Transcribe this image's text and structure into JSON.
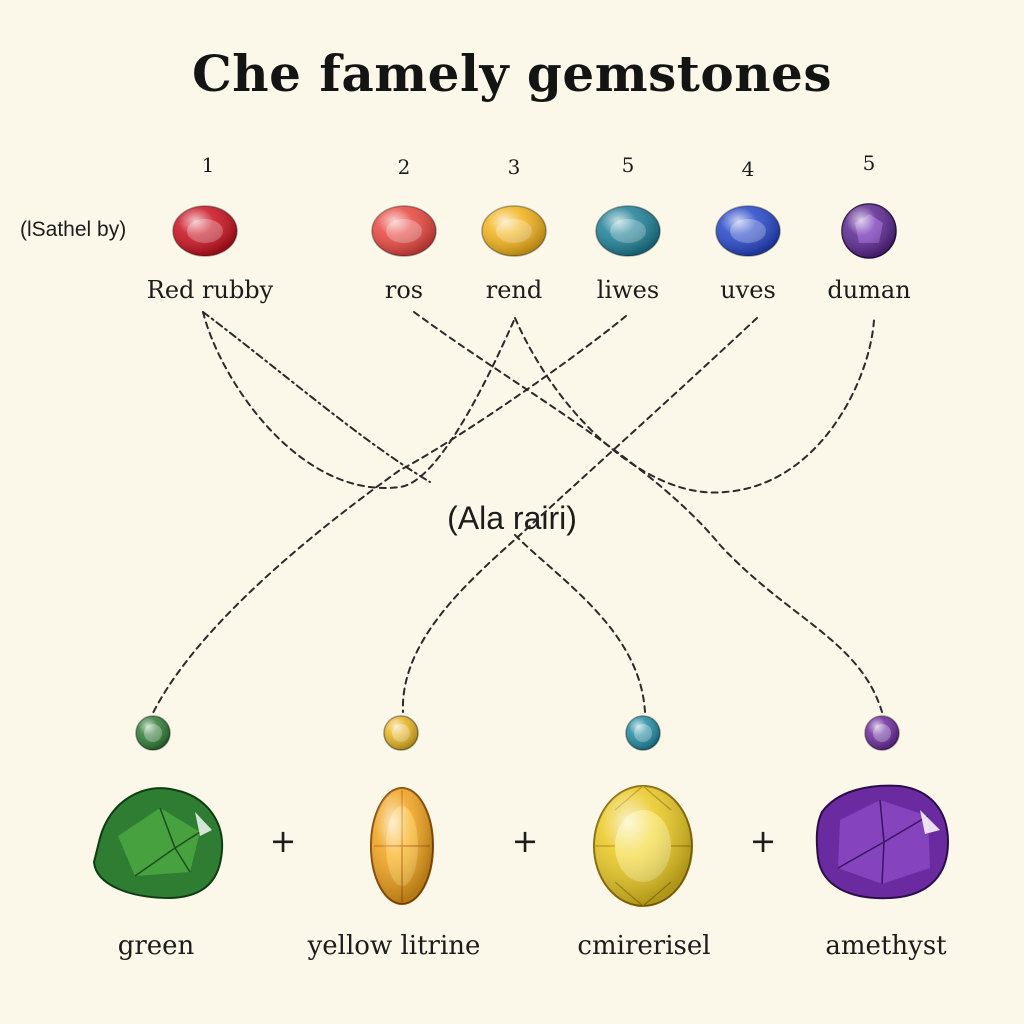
{
  "title": "Che famely gemstones",
  "side_label": "(lSathel by)",
  "center_label": "(Ala rairi)",
  "plus_sign": "+",
  "colors": {
    "background": "#fbf8ea",
    "ink": "#1c1c1c",
    "line": "#2a2a2a"
  },
  "top_gems": [
    {
      "number": "1",
      "label": "Red rubby",
      "color": "#c8101e",
      "icon": "red-oval-gem-icon"
    },
    {
      "number": "2",
      "label": "ros",
      "color": "#e8463f",
      "icon": "red-oval-gem-icon"
    },
    {
      "number": "3",
      "label": "rend",
      "color": "#f2b21a",
      "icon": "yellow-oval-gem-icon"
    },
    {
      "number": "5",
      "label": "liwes",
      "color": "#1d7f95",
      "icon": "teal-oval-gem-icon"
    },
    {
      "number": "4",
      "label": "uves",
      "color": "#2546c8",
      "icon": "blue-oval-gem-icon"
    },
    {
      "number": "5",
      "label": "duman",
      "color": "#5a2690",
      "icon": "purple-round-gem-icon"
    }
  ],
  "mid_gems": [
    {
      "color": "#2f7a34",
      "icon": "green-small-gem-icon"
    },
    {
      "color": "#e6b420",
      "icon": "yellow-small-gem-icon"
    },
    {
      "color": "#1f8aa2",
      "icon": "teal-small-gem-icon"
    },
    {
      "color": "#6a2a9c",
      "icon": "purple-small-gem-icon"
    }
  ],
  "bottom_gems": [
    {
      "label": "green",
      "color": "#2e7d32",
      "icon": "green-cushion-gem-icon"
    },
    {
      "label": "yellow litrine",
      "color": "#f0a21a",
      "icon": "marquise-citrine-gem-icon"
    },
    {
      "label": "cmirerisel",
      "color": "#e9c820",
      "icon": "yellow-oval-gem-icon"
    },
    {
      "label": "amethyst",
      "color": "#6a2aa0",
      "icon": "purple-cushion-gem-icon"
    }
  ]
}
